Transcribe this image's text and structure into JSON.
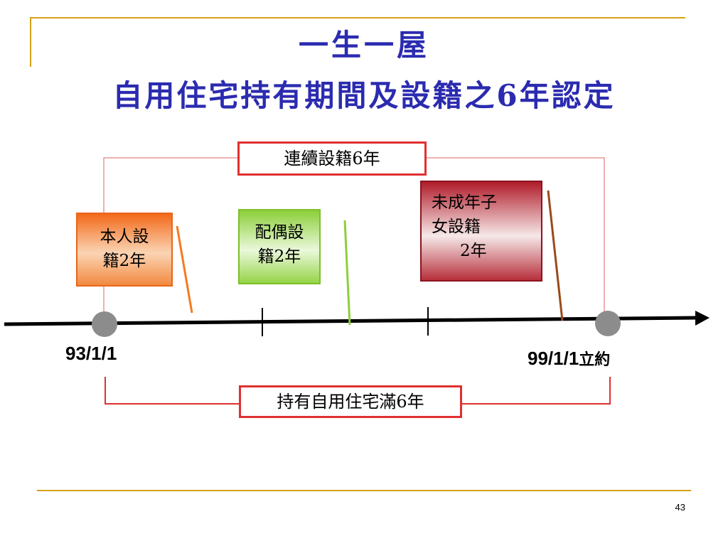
{
  "slide": {
    "title_line1": "一生一屋",
    "title_line2": "自用住宅持有期間及設籍之6年認定",
    "page_number": "43"
  },
  "diagram": {
    "top_bracket_label": "連續設籍6年",
    "bottom_bracket_label": "持有自用住宅滿6年",
    "segments": [
      {
        "line1": "本人設",
        "line2": "籍2年"
      },
      {
        "line1": "配偶設",
        "line2": "籍2年"
      },
      {
        "line1": "未成年子",
        "line2": "女設籍",
        "line3": "2年"
      }
    ],
    "start_date": "93/1/1",
    "end_date": "99/1/1",
    "end_suffix": "立約"
  },
  "colors": {
    "title": "#2b2bb0",
    "accent_gold": "#d4a017",
    "bracket_red": "#e03030",
    "segment_orange": "#f47a20",
    "segment_green": "#8ccf3a",
    "segment_red": "#b01c2a"
  }
}
